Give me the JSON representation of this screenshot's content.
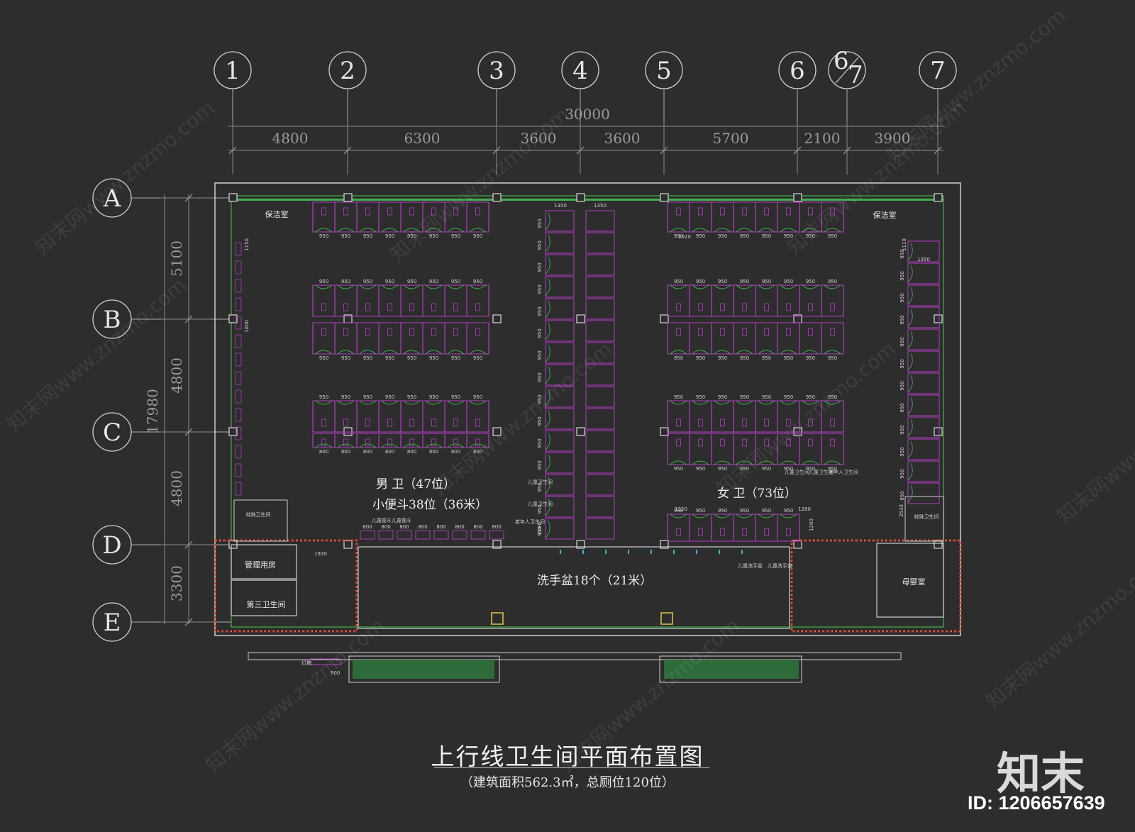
{
  "axes_columns": [
    "1",
    "2",
    "3",
    "4",
    "5",
    "6",
    "6/7",
    "7"
  ],
  "axis_fraction": {
    "num": "6",
    "den": "7"
  },
  "axes_rows": [
    "A",
    "B",
    "C",
    "D",
    "E"
  ],
  "total_width": "30000",
  "col_dims": [
    "4800",
    "6300",
    "3600",
    "3600",
    "5700",
    "2100",
    "3900"
  ],
  "total_depth": "17980",
  "row_dims": [
    "5100",
    "4800",
    "4800",
    "3300"
  ],
  "rooms": {
    "cleaning_left": "保洁室",
    "cleaning_right": "保洁室",
    "special_left": "特殊卫生间",
    "special_right": "特殊卫生间",
    "management": "管理用房",
    "third": "第三卫生间",
    "mother": "母婴室"
  },
  "labels": {
    "men_title": "男  卫（47位）",
    "men_urinal": "小便斗38位（36米）",
    "women_title": "女  卫（73位）",
    "sink": "洗手盆18个（21米）",
    "child_stall": "儿童卫生间",
    "child_urinal": "儿童便斗",
    "elderly_stall": "老年人卫生间",
    "child_basin": "儿童洗手盆",
    "light_box": "灯箱"
  },
  "stall_dims": {
    "w950": "950",
    "w800": "800",
    "w1020": "1020",
    "w1350": "1350",
    "w1150": "1150",
    "w1200": "1200",
    "w1090": "1090",
    "w1110": "1110",
    "w1320": "1320",
    "w1280": "1280",
    "w1920": "1920",
    "w900": "900",
    "w2530": "2530",
    "w1000": "1000"
  },
  "title": "上行线卫生间平面布置图",
  "subtitle": "（建筑面积562.3㎡，总厕位120位）",
  "watermark": "知末网www.znzmo.com",
  "brand": "知末",
  "brand_id": "ID: 1206657639",
  "colors": {
    "background": "#2d2d2d",
    "wall": "#cfcfcf",
    "partition": "#b33cc4",
    "door_arc": "#3fb04a",
    "dim_line": "#8c8c8c",
    "hatch": "#d23b3b",
    "hatch_dot": "#e3c21a",
    "planter": "#2e6b3a"
  }
}
